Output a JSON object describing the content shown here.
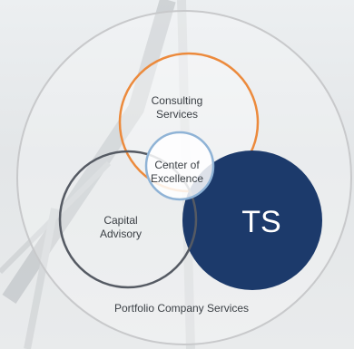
{
  "diagram": {
    "outer_label": "Portfolio Company Services",
    "consulting": [
      "Consulting",
      "Services"
    ],
    "capital": [
      "Capital",
      "Advisory"
    ],
    "center": [
      "Center of",
      "Excellence"
    ],
    "ts": "TS",
    "colors": {
      "consulting_stroke": "#ec8a3c",
      "capital_stroke": "#555a63",
      "ts_fill": "#1c3a6b",
      "center_stroke": "#8fb3d6",
      "outer_stroke": "#c8c9cb"
    }
  }
}
